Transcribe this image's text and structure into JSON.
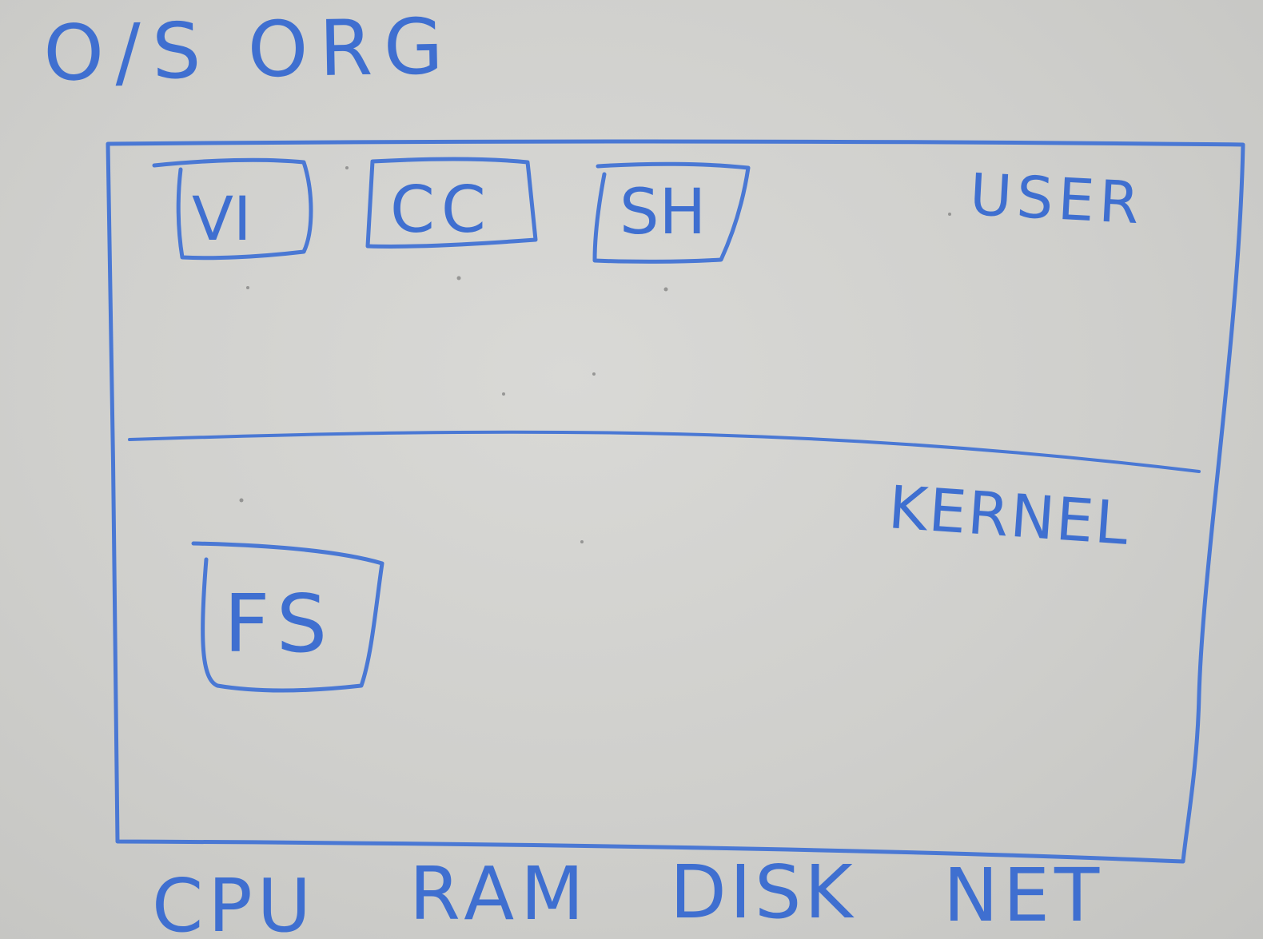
{
  "title": "O/S ORG",
  "layers": {
    "user": {
      "label": "USER",
      "programs": [
        "VI",
        "CC",
        "SH"
      ]
    },
    "kernel": {
      "label": "KERNEL",
      "components": [
        "FS"
      ]
    }
  },
  "hardware": [
    "CPU",
    "RAM",
    "DISK",
    "NET"
  ],
  "colors": {
    "marker": "#3f6fd0",
    "board": "#d4d4d1"
  }
}
